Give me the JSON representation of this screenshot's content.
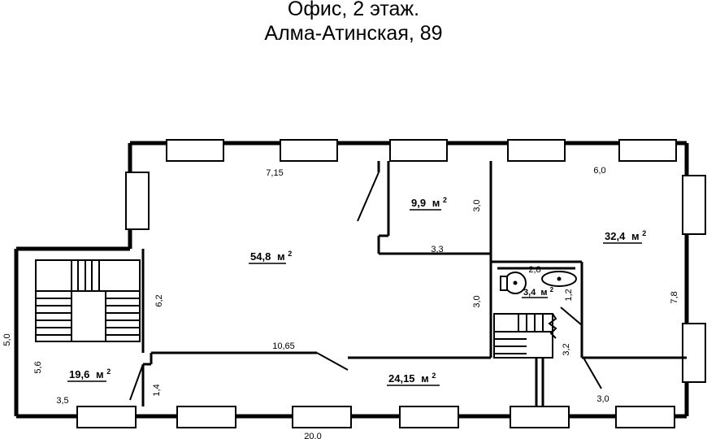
{
  "title": {
    "line1": "Офис, 2 этаж.",
    "line2": "Алма-Атинская, 89"
  },
  "units": {
    "area_suffix": "м",
    "area_exponent": "2"
  },
  "rooms": [
    {
      "name": "main-hall",
      "area": "54,8",
      "unit": "м",
      "exp": "2"
    },
    {
      "name": "office-small",
      "area": "9,9",
      "unit": "м",
      "exp": "2"
    },
    {
      "name": "office-right",
      "area": "32,4",
      "unit": "м",
      "exp": "2"
    },
    {
      "name": "bathroom",
      "area": "3,4",
      "unit": "м",
      "exp": "2"
    },
    {
      "name": "stairwell-left",
      "area": "19,6",
      "unit": "м",
      "exp": "2"
    },
    {
      "name": "corridor",
      "area": "24,15",
      "unit": "м",
      "exp": "2"
    }
  ],
  "dimensions": {
    "top_main": "7,15",
    "top_right": "6,0",
    "left_outer": "5,0",
    "left_inner_62": "6,2",
    "left_inner_56": "5,6",
    "left_bottom_35": "3,5",
    "door_14": "1,4",
    "bottom_main": "10,65",
    "small_office_width": "3,3",
    "small_office_height": "3,0",
    "mid_height_30": "3,0",
    "bath_width": "2,8",
    "bath_height": "1,2",
    "stair_height": "3,2",
    "bottom_right_30": "3,0",
    "right_outer": "7,8",
    "bottom_overall": "20,0"
  },
  "fixtures": [
    {
      "name": "toilet-icon"
    },
    {
      "name": "sink-icon"
    },
    {
      "name": "staircase-left-icon"
    },
    {
      "name": "staircase-center-icon"
    }
  ],
  "colors": {
    "wall": "#000000",
    "background": "#ffffff",
    "text": "#000000"
  }
}
